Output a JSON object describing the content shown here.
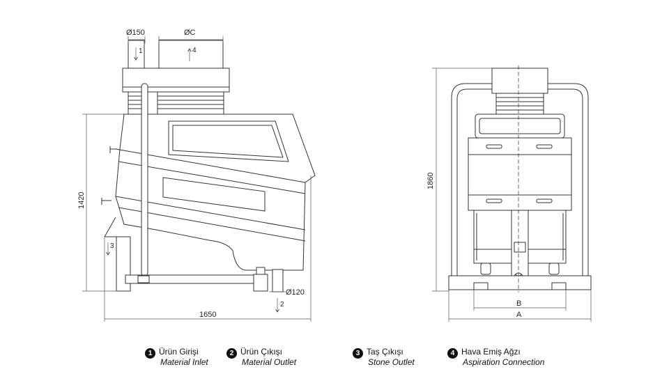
{
  "side_view": {
    "dim_inlet": "Ø150",
    "dim_aspiration": "ØC",
    "dim_outlet": "Ø120",
    "dim_height": "1420",
    "dim_length": "1650",
    "marker_inlet": "1",
    "marker_outlet": "2",
    "marker_stone": "3",
    "marker_aspiration": "4"
  },
  "front_view": {
    "dim_height": "1860",
    "dim_a": "A",
    "dim_b": "B"
  },
  "legend": [
    {
      "number": "1",
      "label_tr": "Ürün Girişi",
      "label_en": "Material Inlet"
    },
    {
      "number": "2",
      "label_tr": "Ürün Çıkışı",
      "label_en": "Material Outlet"
    },
    {
      "number": "3",
      "label_tr": "Taş Çıkışı",
      "label_en": "Stone Outlet"
    },
    {
      "number": "4",
      "label_tr": "Hava Emiş Ağzı",
      "label_en": "Aspiration Connection"
    }
  ]
}
